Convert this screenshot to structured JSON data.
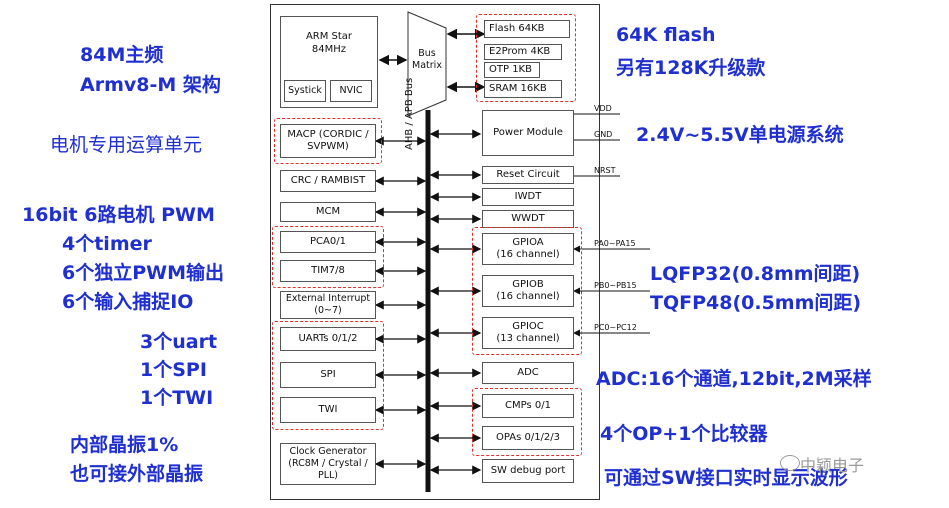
{
  "diagram": {
    "cpu": {
      "name": "ARM Star",
      "freq": "84MHz",
      "systick": "Systick",
      "nvic": "NVIC"
    },
    "bus_matrix": "Bus\nMatrix",
    "bus_label": "AHB / APB Bus",
    "memory": [
      "Flash 64KB",
      "E2Prom 4KB",
      "OTP 1KB",
      "SRAM 16KB"
    ],
    "left_blocks": {
      "macp": "MACP (CORDIC /\nSVPWM)",
      "crc": "CRC / RAMBIST",
      "mcm": "MCM",
      "pca": "PCA0/1",
      "tim": "TIM7/8",
      "exti": "External Interrupt\n(0~7)",
      "uart": "UARTs 0/1/2",
      "spi": "SPI",
      "twi": "TWI",
      "clock": "Clock Generator\n(RC8M / Crystal /\nPLL)"
    },
    "right_blocks": {
      "power": "Power Module",
      "reset": "Reset Circuit",
      "iwdt": "IWDT",
      "wwdt": "WWDT",
      "gpioa": "GPIOA\n(16 channel)",
      "gpiob": "GPIOB\n(16 channel)",
      "gpioc": "GPIOC\n(13 channel)",
      "adc": "ADC",
      "cmps": "CMPs 0/1",
      "opas": "OPAs 0/1/2/3",
      "swd": "SW debug port"
    },
    "signals": {
      "vdd": "VDD",
      "gnd": "GND",
      "nrst": "NRST",
      "pa": "PA0~PA15",
      "pb": "PB0~PB15",
      "pc": "PC0~PC12"
    }
  },
  "annotations": {
    "freq": "84M主频",
    "arch": "Armv8-M 架构",
    "motor_unit": "电机专用运算单元",
    "pwm": "16bit 6路电机 PWM",
    "timer": "4个timer",
    "pwm_out": "6个独立PWM输出",
    "capture": "6个输入捕捉IO",
    "uart": "3个uart",
    "spi": "1个SPI",
    "twi": "1个TWI",
    "osc": "内部晶振1%",
    "ext_osc": "也可接外部晶振",
    "flash": "64K flash",
    "flash_upgrade": "另有128K升级款",
    "power": "2.4V~5.5V单电源系统",
    "lqfp": "LQFP32(0.8mm间距)",
    "tqfp": "TQFP48(0.5mm间距)",
    "adc": "ADC:16个通道,12bit,2M采样",
    "op": "4个OP+1个比较器",
    "sw": "可通过SW接口实时显示波形"
  },
  "watermark": "中颖电子",
  "colors": {
    "annotation": "#1f2fd0",
    "dashed": "#e0302e",
    "bus": "#111111"
  }
}
